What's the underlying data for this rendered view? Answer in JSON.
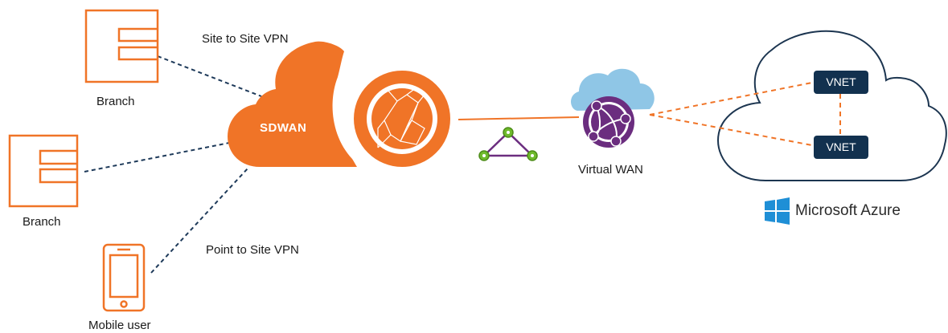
{
  "labels": {
    "site_to_site": "Site to Site VPN",
    "point_to_site": "Point to Site VPN",
    "branch_1": "Branch",
    "branch_2": "Branch",
    "mobile_user": "Mobile user",
    "sdwan": "SDWAN",
    "virtual_wan": "Virtual WAN",
    "vnet_1": "VNET",
    "vnet_2": "VNET",
    "azure_brand": "Microsoft Azure"
  },
  "colors": {
    "orange": "#f07427",
    "navy": "#12314f",
    "purple": "#6b2d7f",
    "green": "#6fba2c",
    "azure_blue": "#1f8fd6",
    "cloud_blue": "#8fc6e6",
    "dash": "#1e3a5a"
  },
  "icons": {
    "branch": "building-icon",
    "mobile": "smartphone-icon",
    "sdwan": "cloud-icon",
    "router": "network-mesh-icon",
    "peering": "triangle-network-icon",
    "vwan": "globe-cloud-icon",
    "azure": "windows-logo-icon"
  }
}
